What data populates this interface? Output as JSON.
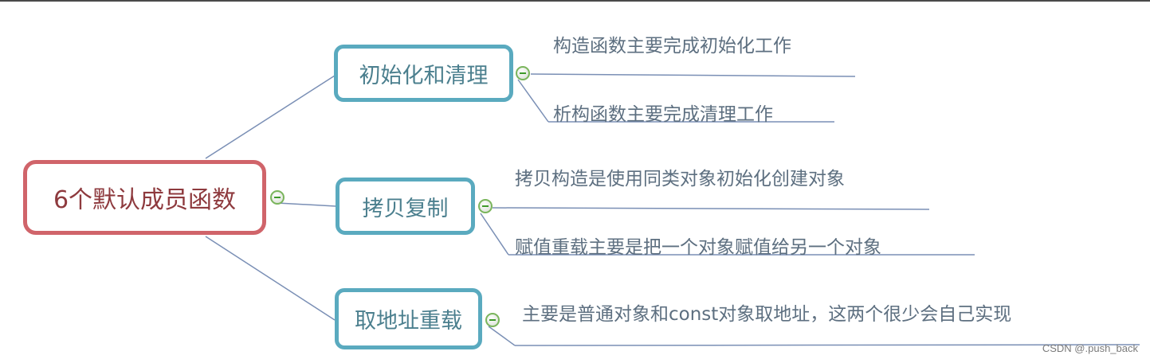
{
  "mindmap": {
    "root": {
      "label": "6个默认成员函数"
    },
    "branches": [
      {
        "label": "初始化和清理",
        "leaves": [
          "构造函数主要完成初始化工作",
          "析构函数主要完成清理工作"
        ]
      },
      {
        "label": "拷贝复制",
        "leaves": [
          "拷贝构造是使用同类对象初始化创建对象",
          "赋值重载主要是把一个对象赋值给另一个对象"
        ]
      },
      {
        "label": "取地址重载",
        "leaves": [
          "主要是普通对象和const对象取地址，这两个很少会自己实现"
        ]
      }
    ]
  },
  "colors": {
    "root_border": "#d0646a",
    "branch_border": "#5aaabf",
    "link": "#7a8fb5",
    "toggle": "#7ab55c"
  },
  "watermark": "CSDN @.push_back"
}
